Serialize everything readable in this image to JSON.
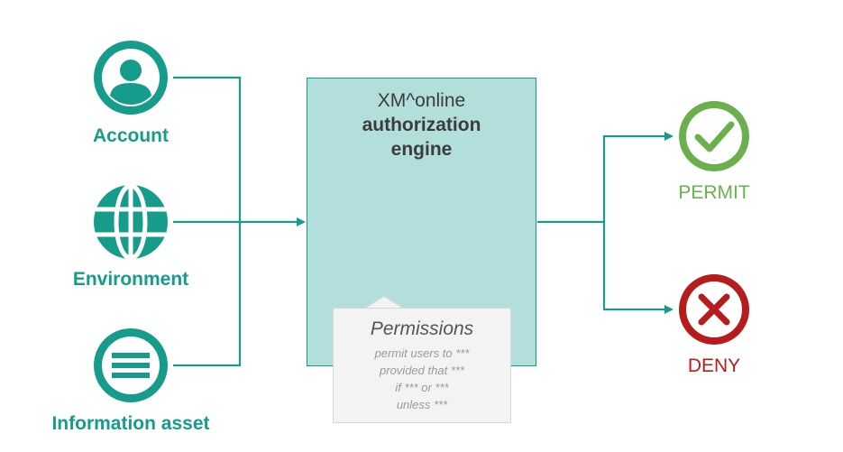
{
  "colors": {
    "teal": "#159c8a",
    "engine_fill": "#b2dfdb",
    "permit": "#6ab04c",
    "deny": "#b71c1c",
    "note_fill": "#f3f3f3"
  },
  "inputs": [
    {
      "label": "Account",
      "icon": "account-icon"
    },
    {
      "label": "Environment",
      "icon": "globe-icon"
    },
    {
      "label": "Information asset",
      "icon": "document-icon"
    }
  ],
  "engine": {
    "title_line1": "XM^online",
    "title_line2": "authorization",
    "title_line3": "engine"
  },
  "permissions_note": {
    "title": "Permissions",
    "lines": [
      "permit users to ***",
      "provided that ***",
      "if *** or ***",
      "unless ***"
    ]
  },
  "outputs": [
    {
      "label": "PERMIT",
      "icon": "check-icon"
    },
    {
      "label": "DENY",
      "icon": "cross-icon"
    }
  ]
}
